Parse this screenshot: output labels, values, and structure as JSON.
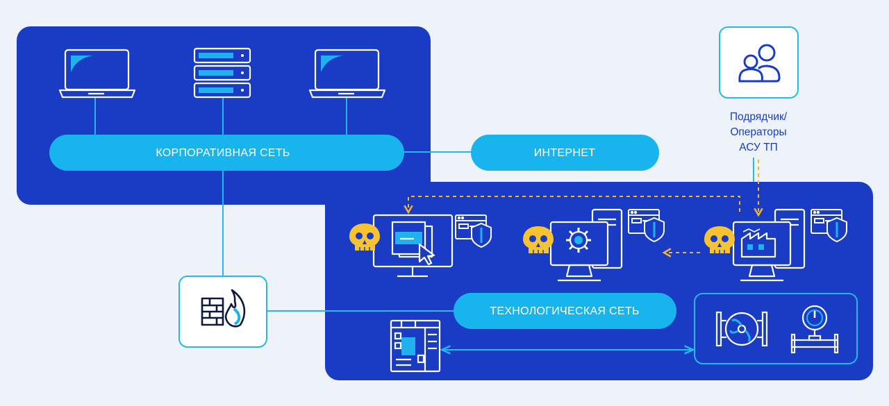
{
  "corporate_network": {
    "label": "КОРПОРАТИВНАЯ СЕТЬ"
  },
  "internet": {
    "label": "ИНТЕРНЕТ"
  },
  "technological_network": {
    "label": "ТЕХНОЛОГИЧЕСКАЯ СЕТЬ"
  },
  "contractor": {
    "lines": [
      "Подрядчик/",
      "Операторы",
      "АСУ ТП"
    ],
    "icon": "users-icon"
  },
  "colors": {
    "background": "#eef3fa",
    "zone_fill": "#1a3bc4",
    "pill_fill": "#17b4ee",
    "line": "#21b9f0",
    "icon_stroke": "#ffffff",
    "icon_accent": "#1fb2ee",
    "threat": "#f6c332",
    "dashed_arrow": "#f4b33c",
    "caption": "#1a3bc4"
  }
}
